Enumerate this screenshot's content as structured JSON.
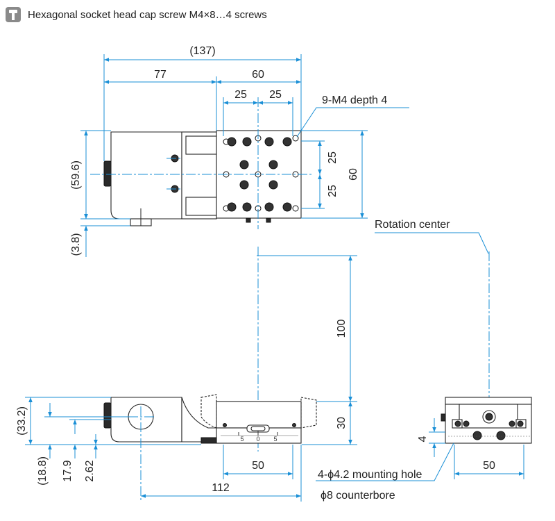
{
  "header": {
    "icon": "hex-socket-screw-icon",
    "text": "Hexagonal socket head cap screw M4×8…4 screws"
  },
  "dimensions": {
    "top_total": "(137)",
    "top_left": "77",
    "top_right": "60",
    "pitch_a": "25",
    "pitch_b": "25",
    "holes_note": "9-M4 depth 4",
    "right_pitch_a": "25",
    "right_pitch_b": "25",
    "right_total": "60",
    "left_height": "(59.6)",
    "left_offset": "(3.8)",
    "rotation_label": "Rotation center",
    "rotation_height": "100",
    "side_height": "30",
    "side_total_height": "(33.2)",
    "side_low1": "(18.8)",
    "side_low2": "17.9",
    "side_low3": "2.62",
    "side_width": "50",
    "side_length": "112",
    "front_offset": "4",
    "front_width": "50",
    "mount_note": "4-ϕ4.2 mounting hole",
    "counterbore_note": "ϕ8 counterbore"
  },
  "scale": {
    "left_mark": "5",
    "center_mark": "0",
    "right_mark": "5"
  },
  "colors": {
    "dimension": "#1a8fd6",
    "outline": "#222222",
    "icon_bg": "#8a8a8a"
  }
}
